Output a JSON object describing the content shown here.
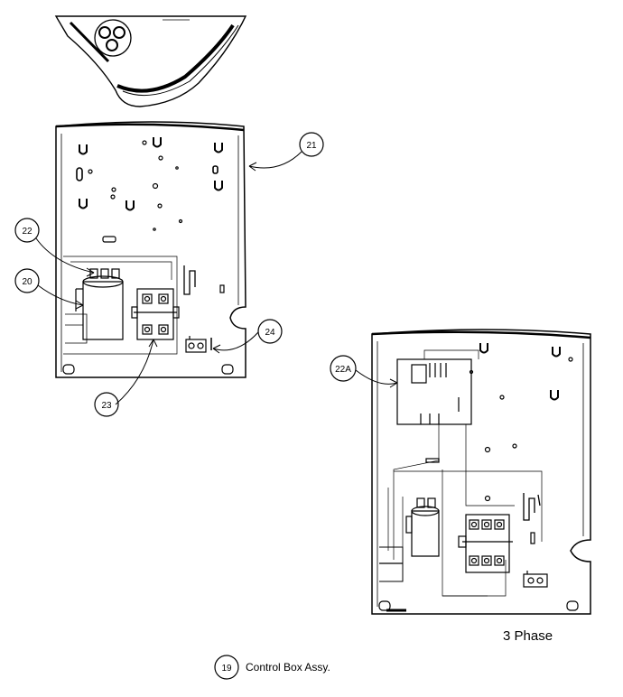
{
  "callouts": {
    "c21": "21",
    "c22": "22",
    "c20": "20",
    "c23": "23",
    "c24": "24",
    "c22a": "22A",
    "c19": "19"
  },
  "labels": {
    "phase": "3 Phase",
    "control_box": "Control Box Assy."
  },
  "colors": {
    "line": "#000000",
    "background": "#ffffff"
  }
}
